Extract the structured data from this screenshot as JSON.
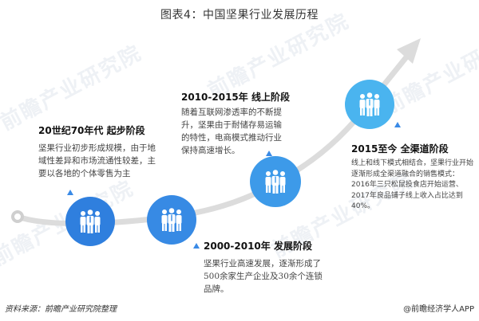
{
  "title": "图表4：中国坚果行业发展历程",
  "watermark_text": "前瞻产业研究院",
  "colors": {
    "stage1": "#2f7fde",
    "stage2": "#378ae4",
    "stage3": "#3d9ae9",
    "stage4": "#4ab4ef",
    "arrow": "#dcdcdc",
    "pointer": "#3a8ae6"
  },
  "stages": [
    {
      "title": "20世纪70年代 起步阶段",
      "description": "坚果行业初步形成规模，由于地域性差异和市场流通性较差，主要以各地的个体零售为主",
      "icon": "people-group-icon"
    },
    {
      "title": "2000-2010年 发展阶段",
      "description": "坚果行业高速发展，逐渐形成了500余家生产企业及30余个连锁品牌。",
      "icon": "people-group-icon"
    },
    {
      "title": "2010-2015年 线上阶段",
      "description": "随着互联网渗透率的不断提升，坚果由于耐储存易运输的特性，电商模式推动行业保持高速增长。",
      "icon": "people-group-icon"
    },
    {
      "title": "2015至今 全渠道阶段",
      "description": "线上和线下模式相结合，坚果行业开始逐渐形成全渠道融合的销售模式：2016年三只松鼠投食店开始运营、2017年良品铺子线上收入占比达到40%。",
      "icon": "people-group-icon"
    }
  ],
  "footer": {
    "source": "资料来源：前瞻产业研究院整理",
    "credit": "@前瞻经济学人APP"
  }
}
